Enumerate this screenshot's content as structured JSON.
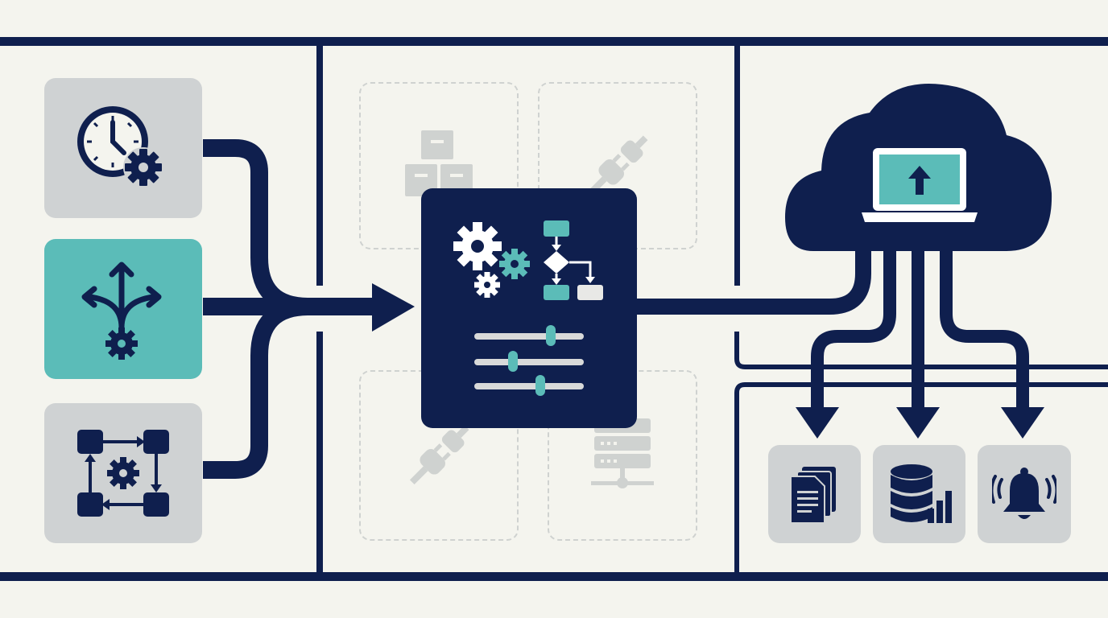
{
  "colors": {
    "background": "#f4f4ee",
    "navy": "#0f1f4e",
    "teal": "#5bbcb8",
    "tile_gray": "#cfd2d3",
    "placeholder_gray": "#cfd2d0"
  },
  "inputs": [
    {
      "id": "scheduled-trigger",
      "icon": "clock-gear-icon",
      "highlighted": false
    },
    {
      "id": "routing-trigger",
      "icon": "branching-arrows-gear-icon",
      "highlighted": true
    },
    {
      "id": "workflow-trigger",
      "icon": "node-loop-gear-icon",
      "highlighted": false
    }
  ],
  "processor": {
    "icons": [
      "gears-icon",
      "flowchart-icon",
      "sliders-icon"
    ],
    "slider_levels": [
      0.65,
      0.3,
      0.55
    ]
  },
  "placeholders": [
    "boxes-icon",
    "plug-icon",
    "plug-icon",
    "server-icon"
  ],
  "cloud": {
    "icon": "cloud-icon",
    "inner_icon": "laptop-upload-icon"
  },
  "outputs": [
    {
      "id": "documents",
      "icon": "documents-icon"
    },
    {
      "id": "database-analytics",
      "icon": "database-chart-icon"
    },
    {
      "id": "notification",
      "icon": "bell-icon"
    }
  ]
}
